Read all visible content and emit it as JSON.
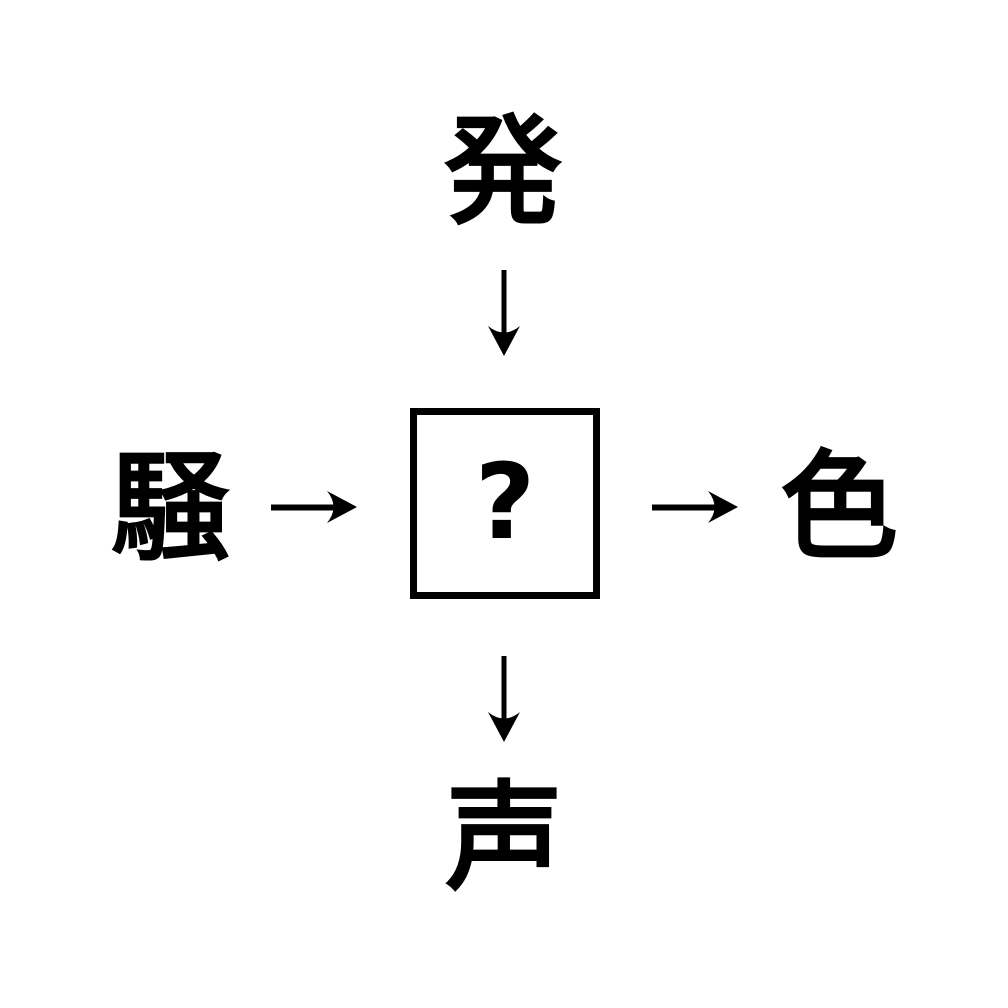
{
  "puzzle": {
    "top_kanji": "発",
    "left_kanji": "騒",
    "right_kanji": "色",
    "bottom_kanji": "声",
    "center_text": "?"
  },
  "icons": {
    "top_arrow": "arrow-down-icon",
    "left_arrow": "arrow-right-icon",
    "right_arrow": "arrow-right-icon",
    "bottom_arrow": "arrow-down-icon"
  },
  "colors": {
    "foreground": "#000000",
    "background": "#ffffff"
  }
}
